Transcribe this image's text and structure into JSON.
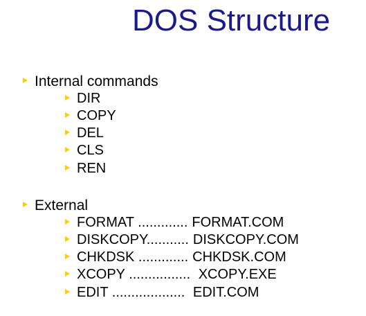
{
  "slide": {
    "title": "DOS Structure",
    "accent_color": "#1a1a8c",
    "bullet_color": "#ffcc00",
    "sections": [
      {
        "heading": "Internal commands",
        "items": [
          "DIR",
          "COPY",
          "DEL",
          "CLS",
          "REN"
        ]
      },
      {
        "heading": "External",
        "items": [
          {
            "command": "FORMAT",
            "leader": " .............",
            "file": "FORMAT.COM"
          },
          {
            "command": "DISKCOPY",
            "leader": "...........",
            "file": "DISKCOPY.COM"
          },
          {
            "command": "CHKDSK",
            "leader": " .............",
            "file": "CHKDSK.COM"
          },
          {
            "command": "XCOPY",
            "leader": " ................",
            "file": " XCOPY.EXE"
          },
          {
            "command": "EDIT",
            "leader": " ...................",
            "file": " EDIT.COM"
          }
        ]
      }
    ]
  }
}
